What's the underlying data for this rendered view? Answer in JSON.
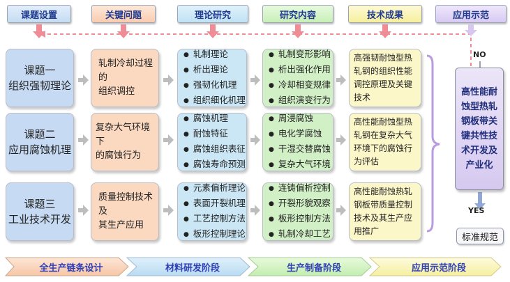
{
  "headers": [
    "课题设置",
    "关键问题",
    "理论研究",
    "研究内容",
    "技术成果",
    "应用示范"
  ],
  "rows": [
    {
      "topic": [
        "课题一",
        "组织强韧理论"
      ],
      "issue": [
        "轧制冷却过程的",
        "组织调控"
      ],
      "theory": [
        "轧制理论",
        "析出理论",
        "强韧化机理",
        "组织细化机理"
      ],
      "research": [
        "轧制变形影响",
        "析出强化作用",
        "冷却相变规律",
        "组织演变行为"
      ],
      "result": "高强韧耐蚀型热轧钢的组织性能调控原理及关键技术"
    },
    {
      "topic": [
        "课题二",
        "应用腐蚀机理"
      ],
      "issue": [
        "复杂大气环境下",
        "的腐蚀行为"
      ],
      "theory": [
        "腐蚀机理",
        "耐蚀特征",
        "腐蚀组织表征",
        "腐蚀寿命预测"
      ],
      "research": [
        "周浸腐蚀",
        "电化学腐蚀",
        "干湿交替腐蚀",
        "复杂大气环境"
      ],
      "result": "高性能耐蚀型热轧钢在复杂大气环境下的腐蚀行为评估"
    },
    {
      "topic": [
        "课题三",
        "工业技术开发"
      ],
      "issue": [
        "质量控制技术及",
        "其生产应用"
      ],
      "theory": [
        "元素偏析理论",
        "表面开裂机理",
        "工艺控制方法",
        "板形控制理论"
      ],
      "research": [
        "连铸偏析控制",
        "开裂形貌观察",
        "板形控制方法",
        "轧制冷却工艺"
      ],
      "result": "高性能耐蚀热轧钢板带质量控制技术及其生产应用推广"
    }
  ],
  "final_box": [
    "高性能耐",
    "蚀型热轧",
    "钢板带关",
    "键共性技",
    "术开发及",
    "产业化"
  ],
  "no_label": "NO",
  "yes_label": "YES",
  "standard_label": "标准规范",
  "stages": [
    "全生产链条设计",
    "材料研发阶段",
    "生产制备阶段",
    "应用示范阶段"
  ],
  "colors": {
    "header_blue": "#d3e6f5",
    "header_orange": "#fbdcc6",
    "header_green": "#d9f5cd",
    "header_yellow": "#fbf6bf",
    "header_purple": "#e6dcf7",
    "col_topic": "#c6daf3",
    "col_issue": "#fbd9c1",
    "col_theory": "#cbe7f5",
    "col_research": "#d2f0c6",
    "col_result": "#fcf7c9",
    "final_box": "#e0d6f3",
    "arrow_pink": "#f08c96",
    "arrow_gray": "#b8b8b8",
    "brace_purple": "#b99be0",
    "stage_text": "#2f3fb5"
  }
}
